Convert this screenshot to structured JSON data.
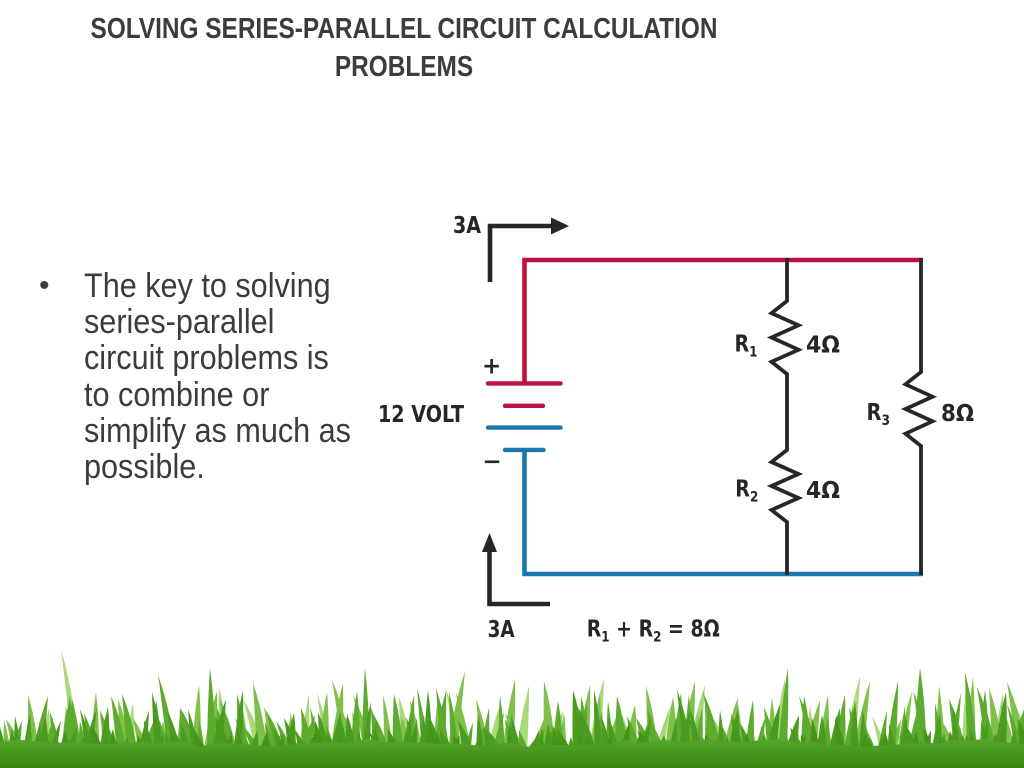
{
  "slide": {
    "title_lines": [
      "SOLVING SERIES-PARALLEL CIRCUIT CALCULATION",
      "PROBLEMS"
    ],
    "bullet_char": "•",
    "bullet_lines": [
      "The key to solving",
      "series-parallel",
      "circuit problems is",
      "to combine or",
      "simplify as much as",
      "possible."
    ]
  },
  "circuit": {
    "top_current_label": "3A",
    "bottom_current_label": "3A",
    "source_label": "12 VOLT",
    "plus_label": "+",
    "minus_label": "−",
    "resistors": [
      {
        "symbol": "R",
        "sub": "1",
        "value": "4Ω"
      },
      {
        "symbol": "R",
        "sub": "2",
        "value": "4Ω"
      },
      {
        "symbol": "R",
        "sub": "3",
        "value": "8Ω"
      }
    ],
    "equation_parts": [
      "R",
      "1",
      " + R",
      "2",
      " = 8Ω"
    ],
    "colors": {
      "positive_wire": "#BB1240",
      "negative_wire": "#1A78B0",
      "component": "#262626"
    }
  },
  "decoration": {
    "grass_palette": [
      "#A9D879",
      "#7FC04A",
      "#5CAB2D",
      "#4A9C20",
      "#459518",
      "#3A8412"
    ]
  }
}
